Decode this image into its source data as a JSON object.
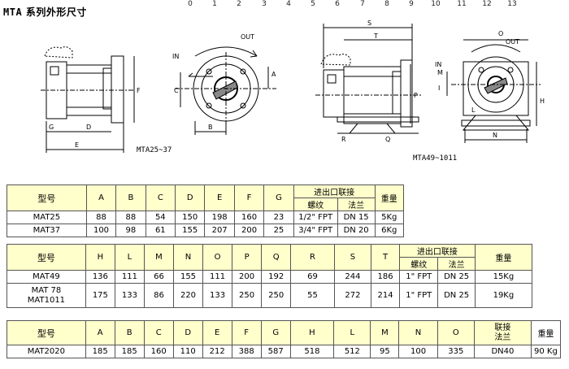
{
  "title": {
    "prefix": "MTA",
    "text": "系列外形尺寸"
  },
  "ruler": [
    "0",
    "1",
    "2",
    "3",
    "4",
    "5",
    "6",
    "7",
    "8",
    "9",
    "10",
    "11",
    "12",
    "13"
  ],
  "drawing": {
    "left_caption": "MTA25~37",
    "right_caption": "MTA49~1011",
    "labels": {
      "out": "OUT",
      "in": "IN",
      "A": "A",
      "B": "B",
      "C": "C",
      "D": "D",
      "E": "E",
      "F": "F",
      "G": "G",
      "H": "H",
      "I": "I",
      "L": "L",
      "M": "M",
      "N": "N",
      "O": "O",
      "P": "P",
      "Q": "Q",
      "R": "R",
      "S": "S",
      "T": "T"
    }
  },
  "table1": {
    "headers": [
      "型号",
      "A",
      "B",
      "C",
      "D",
      "E",
      "F",
      "G",
      "进出口联接",
      "重量"
    ],
    "sub_headers": [
      "螺纹",
      "法兰"
    ],
    "rows": [
      [
        "MAT25",
        "88",
        "88",
        "54",
        "150",
        "198",
        "160",
        "23",
        "1/2\" FPT",
        "DN 15",
        "5Kg"
      ],
      [
        "MAT37",
        "100",
        "98",
        "61",
        "155",
        "207",
        "200",
        "25",
        "3/4\" FPT",
        "DN 20",
        "6Kg"
      ]
    ]
  },
  "table2": {
    "headers": [
      "型号",
      "H",
      "L",
      "M",
      "N",
      "O",
      "P",
      "Q",
      "R",
      "S",
      "T",
      "进出口联接",
      "重量"
    ],
    "sub_headers": [
      "螺纹",
      "法兰"
    ],
    "rows": [
      [
        "MAT49",
        "136",
        "111",
        "66",
        "155",
        "111",
        "200",
        "192",
        "69",
        "244",
        "186",
        "1\" FPT",
        "DN 25",
        "15Kg"
      ],
      [
        "MAT 78\nMAT1011",
        "175",
        "133",
        "86",
        "220",
        "133",
        "250",
        "250",
        "55",
        "272",
        "214",
        "1\" FPT",
        "DN 25",
        "19Kg"
      ]
    ]
  },
  "table3": {
    "headers": [
      "型号",
      "A",
      "B",
      "C",
      "D",
      "E",
      "F",
      "G",
      "H",
      "L",
      "M",
      "N",
      "O",
      "联接\n法兰",
      "重量"
    ],
    "rows": [
      [
        "MAT2020",
        "185",
        "185",
        "160",
        "110",
        "212",
        "388",
        "587",
        "518",
        "512",
        "95",
        "100",
        "335",
        "DN40",
        "90 Kg"
      ]
    ]
  },
  "colors": {
    "header_bg": "#ffffcc",
    "border": "#555555"
  }
}
